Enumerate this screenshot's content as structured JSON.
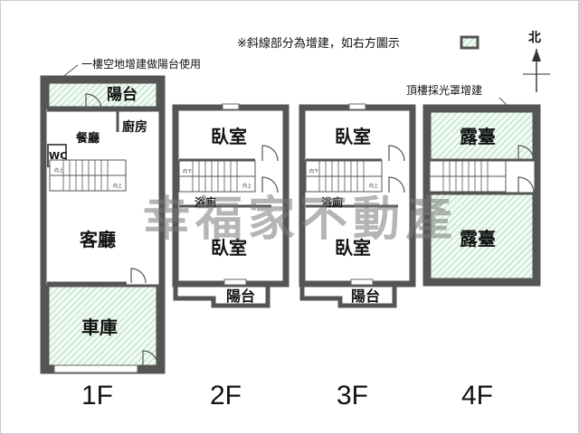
{
  "notes": {
    "legend_text": "※斜線部分為增建，如右方圖示",
    "first_floor_note": "一樓空地增建做陽台使用",
    "roof_note": "頂樓採光罩增建",
    "north": "北"
  },
  "floors": {
    "f1": {
      "label": "1F",
      "balcony": "陽台",
      "kitchen": "廚房",
      "dining": "餐廳",
      "wc": "WC",
      "living": "客廳",
      "garage": "車庫"
    },
    "f2": {
      "label": "2F",
      "bedroom_top": "臥室",
      "bathroom": "浴廁",
      "bedroom_bottom": "臥室",
      "balcony": "陽台"
    },
    "f3": {
      "label": "3F",
      "bedroom_top": "臥室",
      "bathroom": "浴廁",
      "bedroom_bottom": "臥室",
      "balcony": "陽台"
    },
    "f4": {
      "label": "4F",
      "terrace_top": "露臺",
      "terrace_bottom": "露臺"
    }
  },
  "watermark": "幸福家不動產",
  "stair_labels": {
    "up": "向上",
    "down": "向下"
  },
  "colors": {
    "wall": "#555555",
    "hatch": "#9fd5b0",
    "watermark": "#787878"
  }
}
